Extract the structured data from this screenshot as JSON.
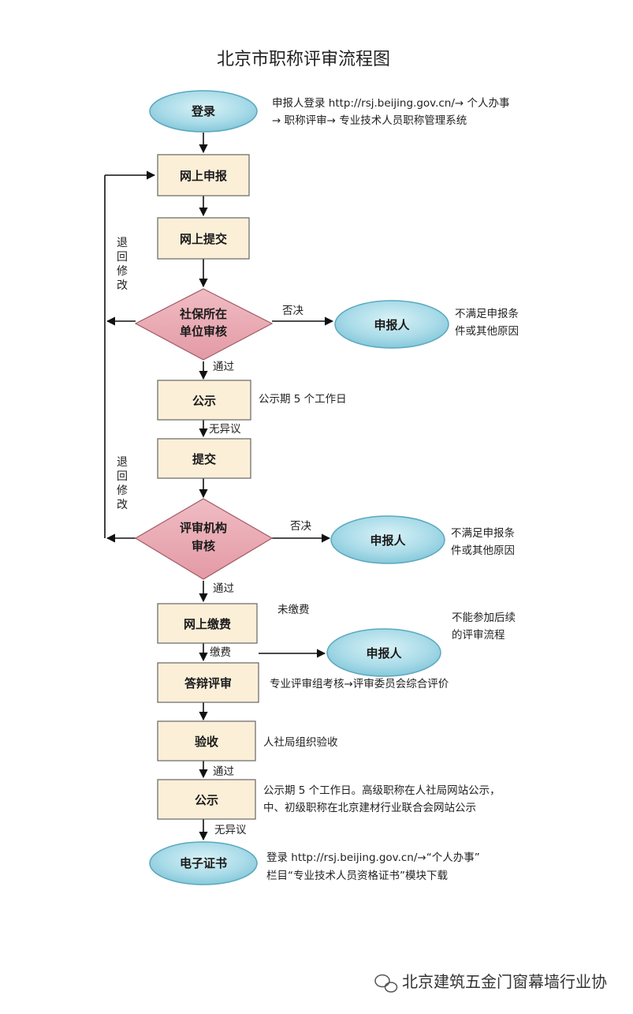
{
  "title": "北京市职称评审流程图",
  "nodes": {
    "login": "登录",
    "online_declare": "网上申报",
    "online_submit": "网上提交",
    "unit_review_l1": "社保所在",
    "unit_review_l2": "单位审核",
    "publicity1": "公示",
    "submit": "提交",
    "org_review_l1": "评审机构",
    "org_review_l2": "审核",
    "online_pay": "网上缴费",
    "defense_review": "答辩评审",
    "acceptance": "验收",
    "publicity2": "公示",
    "e_certificate": "电子证书",
    "applicant1": "申报人",
    "applicant2": "申报人",
    "applicant3": "申报人"
  },
  "notes": {
    "login_l1": "申报人登录 http://rsj.beijing.gov.cn/→ 个人办事",
    "login_l2": "→ 职称评审→ 专业技术人员职称管理系统",
    "reject1_l1": "不满足申报条",
    "reject1_l2": "件或其他原因",
    "publicity1": "公示期 5 个工作日",
    "reject2_l1": "不满足申报条",
    "reject2_l2": "件或其他原因",
    "unpaid": "未缴费",
    "no_follow_l1": "不能参加后续",
    "no_follow_l2": "的评审流程",
    "defense": "专业评审组考核→评审委员会综合评价",
    "acceptance": "人社局组织验收",
    "publicity2_l1": "公示期 5  个工作日。高级职称在人社局网站公示，",
    "publicity2_l2": "中、初级职称在北京建材行业联合会网站公示",
    "cert_l1": "登录 http://rsj.beijing.gov.cn/→“个人办事”",
    "cert_l2": "栏目“专业技术人员资格证书”模块下载"
  },
  "edges": {
    "reject": "否决",
    "reject_b": "否决",
    "pass1": "通过",
    "no_objection1": "无异议",
    "pass2": "通过",
    "pay": "缴费",
    "pass3": "通过",
    "no_objection2": "无异议"
  },
  "side": {
    "return1": [
      "退",
      "回",
      "修",
      "改"
    ],
    "return2": [
      "退",
      "回",
      "修",
      "改"
    ]
  },
  "watermark": "北京建筑五金门窗幕墙行业协"
}
